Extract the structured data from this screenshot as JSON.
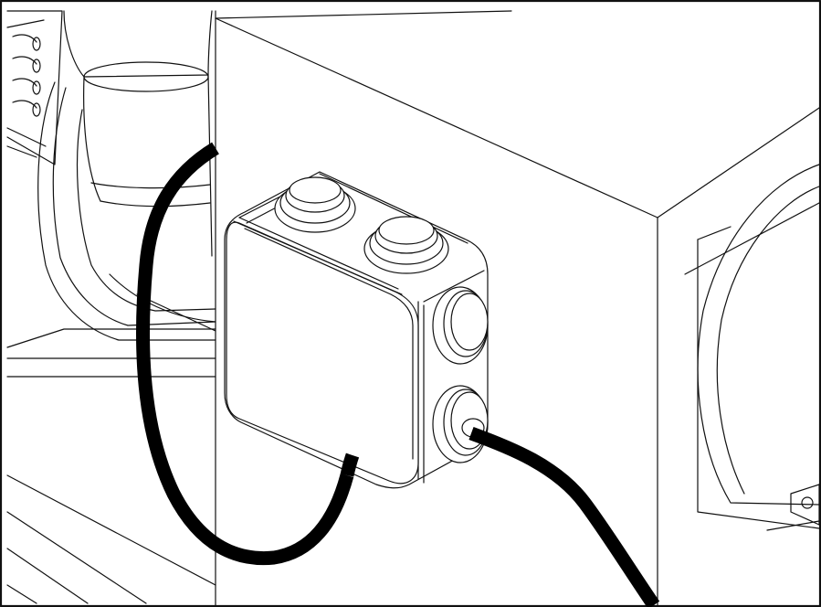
{
  "illustration": {
    "stroke_color": "#111111",
    "background_color": "#ffffff",
    "cable_color": "#000000",
    "components": [
      "blower-motor",
      "air-duct-elbow",
      "housing-box",
      "junction-box",
      "cable-gland-top-left",
      "cable-gland-top-right",
      "cable-gland-side-upper",
      "cable-gland-side-lower",
      "power-cable",
      "outlet-cable",
      "round-flange"
    ]
  }
}
